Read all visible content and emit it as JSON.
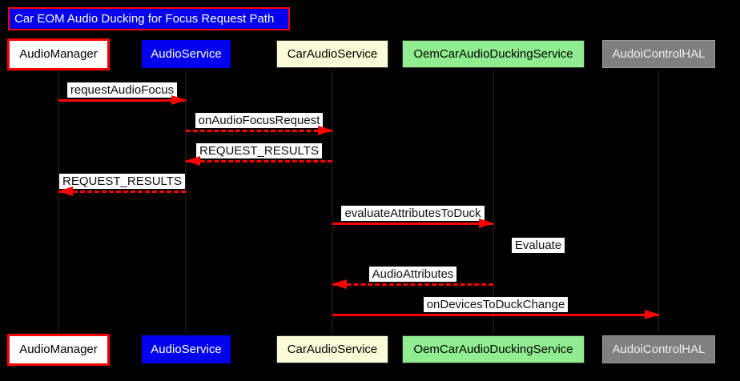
{
  "diagram": {
    "type": "sequence-diagram",
    "title": "Car EOM Audio Ducking for Focus Request Path",
    "participants": [
      {
        "name": "AudioManager",
        "fill": "#ffffff",
        "border": "#ff0000",
        "text_color": "#000000"
      },
      {
        "name": "AudioService",
        "fill": "#0000ee",
        "border": "none",
        "text_color": "#ffffff"
      },
      {
        "name": "CarAudioService",
        "fill": "#fbfbd8",
        "border": "#333333",
        "text_color": "#000000"
      },
      {
        "name": "OemCarAudioDuckingService",
        "fill": "#90ee90",
        "border": "#333333",
        "text_color": "#000000"
      },
      {
        "name": "AudoiControlHAL",
        "fill": "#808080",
        "border": "#9a9a9a",
        "text_color": "#f0f0f0"
      }
    ],
    "messages": [
      {
        "label": "requestAudioFocus",
        "from": "AudioManager",
        "to": "AudioService",
        "line": "solid",
        "direction": "right"
      },
      {
        "label": "onAudioFocusRequest",
        "from": "AudioService",
        "to": "CarAudioService",
        "line": "dashed",
        "direction": "right"
      },
      {
        "label": "REQUEST_RESULTS",
        "from": "CarAudioService",
        "to": "AudioService",
        "line": "dashed",
        "direction": "left"
      },
      {
        "label": "REQUEST_RESULTS",
        "from": "AudioService",
        "to": "AudioManager",
        "line": "dashed",
        "direction": "left"
      },
      {
        "label": "evaluateAttributesToDuck",
        "from": "CarAudioService",
        "to": "OemCarAudioDuckingService",
        "line": "solid",
        "direction": "right"
      },
      {
        "label": "Evaluate",
        "from": "OemCarAudioDuckingService",
        "to": "OemCarAudioDuckingService",
        "line": "self",
        "direction": "self"
      },
      {
        "label": "AudioAttributes",
        "from": "OemCarAudioDuckingService",
        "to": "CarAudioService",
        "line": "dashed",
        "direction": "left"
      },
      {
        "label": "onDevicesToDuckChange",
        "from": "CarAudioService",
        "to": "AudoiControlHAL",
        "line": "solid",
        "direction": "right"
      }
    ]
  },
  "colors": {
    "background": "#000000",
    "arrow": "#fe0000",
    "title_fill": "#0000ee",
    "title_border": "#ff0000",
    "title_text": "#ffffff",
    "message_label_bg": "#ffffff",
    "message_label_text": "#111111"
  }
}
